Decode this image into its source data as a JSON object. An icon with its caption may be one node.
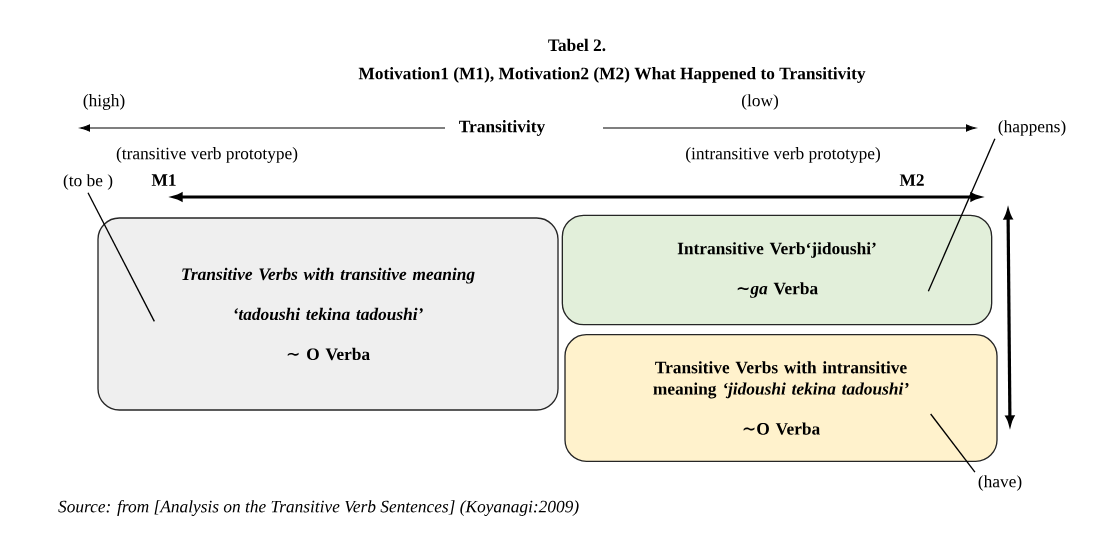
{
  "diagram": {
    "title": "Tabel 2.",
    "caption": "Source: from [Analysis on the Transitive Verb Sentences] (Koyanagi:2009)",
    "nodes": [
      {
        "text": [
          "(happens)"
        ]
      },
      {
        "text": [
          "(to be )"
        ]
      },
      {
        "text": [
          "Transitive Verbs with transitive meaning",
          "‘tadoushi tekina tadoushi’",
          "∼ O  Verba"
        ]
      },
      {
        "text": [
          "Intransitive Verb‘jidoushi’",
          "∼*ga* Verba"
        ]
      },
      {
        "text": [
          "Transitive Verbs with intransitive meaning *‘jidoushi tekina tadoushi’*",
          "∼O Verba"
        ]
      },
      {
        "text": [
          "(have)"
        ]
      }
    ],
    "edges": [
      {
        "from": 0,
        "to": 3,
        "arrow": "none"
      },
      {
        "from": 1,
        "to": 2,
        "arrow": "none"
      },
      {
        "from": 5,
        "to": 4,
        "arrow": "none"
      }
    ],
    "labels": [
      "Motivation1 (M1), Motivation2 (M2) What Happened to Transitivity",
      "(high)",
      "(low)",
      "Transitivity",
      "(transitive verb prototype)",
      "(intransitive verb prototype)",
      "M1",
      "M2"
    ]
  }
}
